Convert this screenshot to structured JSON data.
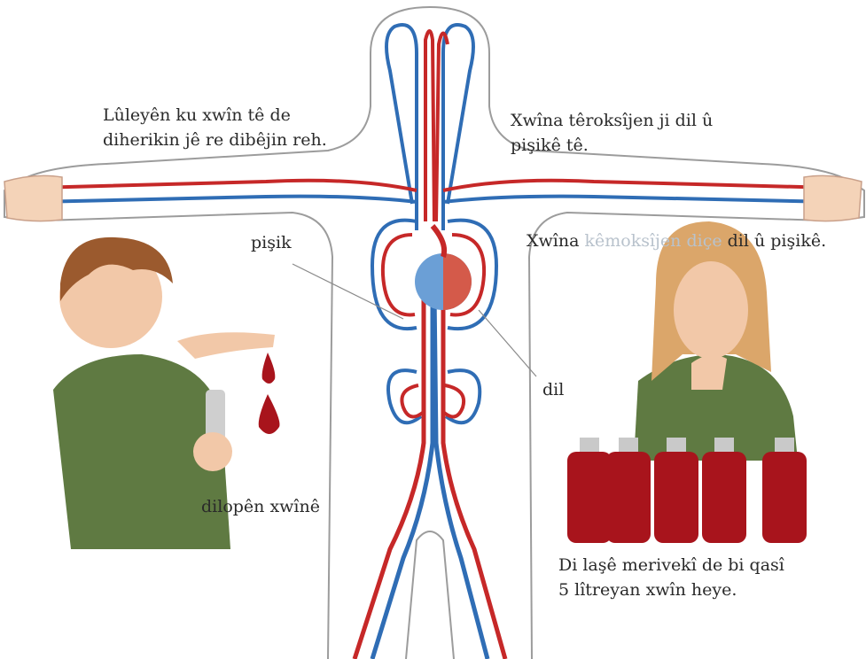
{
  "labels": {
    "veins_line1": "Lûleyên ku xwîn tê de",
    "veins_line2": "diherikin jê re dibêjin reh.",
    "oxy_line1": "Xwîna têroksîjen ji dil û",
    "oxy_line2": "pişikê tê.",
    "deoxy_prefix": "Xwîna",
    "deoxy_faded": "kêmoksîjen diçe",
    "deoxy_suffix": "dil û pişikê.",
    "lung": "pişik",
    "heart": "dil",
    "blood_drop": "dilopên xwînê",
    "volume_line1": "Di laşê merivekî de bi qasî",
    "volume_line2": "5 lîtreyan xwîn heye."
  },
  "colors": {
    "artery": "#c62828",
    "vein": "#2f6db5",
    "outline": "#9a9a9a",
    "skin": "#f2c8a8",
    "sweater": "#5f7a42",
    "blood": "#a8141c"
  }
}
